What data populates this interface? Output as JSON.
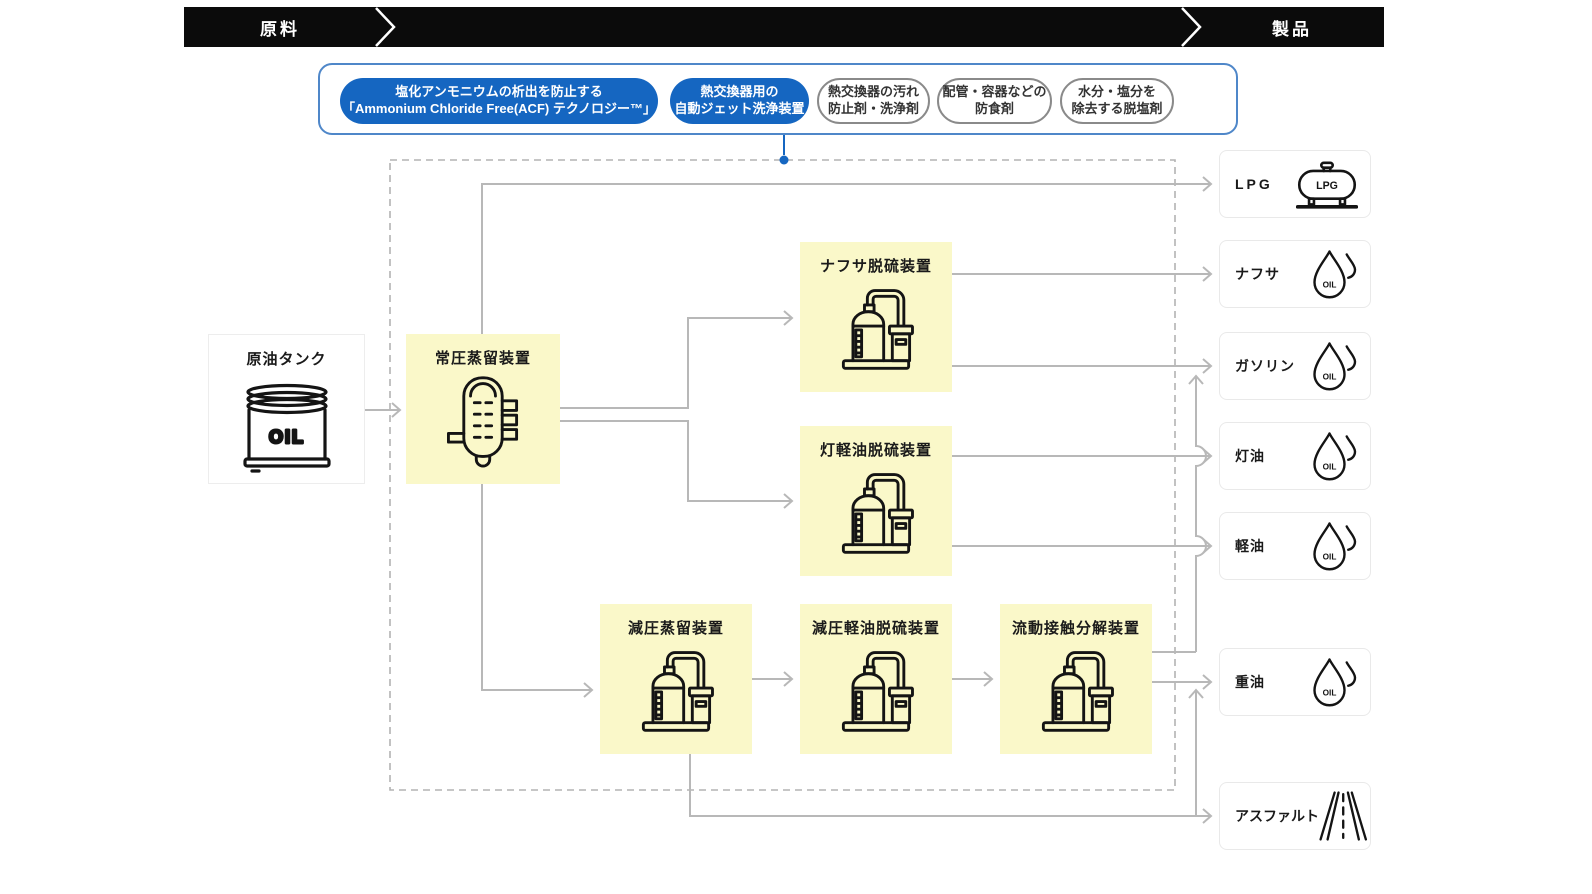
{
  "banner": {
    "left": "原料",
    "right": "製品"
  },
  "tech": {
    "pills": [
      {
        "style": "blue",
        "line1": "塩化アンモニウムの析出を防止する",
        "line2": "「Ammonium Chloride Free(ACF) テクノロジー™」"
      },
      {
        "style": "blue",
        "line1": "熱交換器用の",
        "line2": "自動ジェット洗浄装置"
      },
      {
        "style": "white",
        "line1": "熱交換器の汚れ",
        "line2": "防止剤・洗浄剤"
      },
      {
        "style": "white",
        "line1": "配管・容器などの",
        "line2": "防食剤"
      },
      {
        "style": "white",
        "line1": "水分・塩分を",
        "line2": "除去する脱塩剤"
      }
    ]
  },
  "source": {
    "label": "原油タンク",
    "oil_text": "OIL"
  },
  "units": [
    {
      "id": "atmospheric-distillation",
      "label": "常圧蒸留装置"
    },
    {
      "id": "naphtha-desulfurization",
      "label": "ナフサ脱硫装置"
    },
    {
      "id": "kerosene-gasoil-desulfurization",
      "label": "灯軽油脱硫装置"
    },
    {
      "id": "vacuum-distillation",
      "label": "減圧蒸留装置"
    },
    {
      "id": "vacuum-gasoil-desulfurization",
      "label": "減圧軽油脱硫装置"
    },
    {
      "id": "fluid-catalytic-cracking",
      "label": "流動接触分解装置"
    }
  ],
  "products": [
    {
      "label": "LPG",
      "icon": "lpg-tank",
      "icon_text": "LPG"
    },
    {
      "label": "ナフサ",
      "icon": "oil-drop",
      "icon_text": "OIL"
    },
    {
      "label": "ガソリン",
      "icon": "oil-drop",
      "icon_text": "OIL"
    },
    {
      "label": "灯油",
      "icon": "oil-drop",
      "icon_text": "OIL"
    },
    {
      "label": "軽油",
      "icon": "oil-drop",
      "icon_text": "OIL"
    },
    {
      "label": "重油",
      "icon": "oil-drop",
      "icon_text": "OIL"
    },
    {
      "label": "アスファルト",
      "icon": "road"
    }
  ],
  "colors": {
    "accent_blue": "#1566C1",
    "container_border_blue": "#4F87C9",
    "unit_yellow": "#FAF8C9",
    "line_gray": "#B8B8B8",
    "banner_black": "#0B0B0B"
  }
}
